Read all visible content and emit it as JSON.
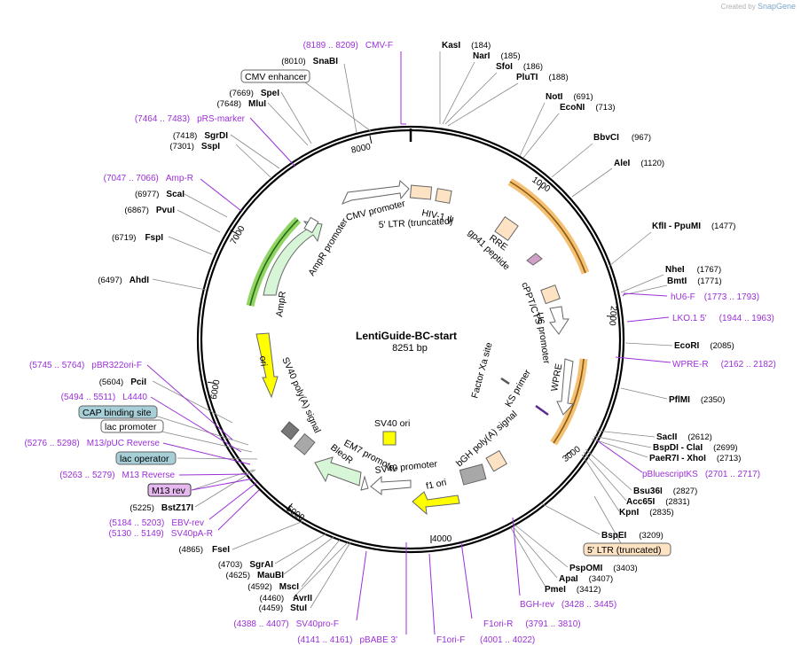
{
  "credit": {
    "prefix": "Created by",
    "brand": "SnapGene"
  },
  "plasmid": {
    "name": "LentiGuide-BC-start",
    "size": "8251 bp"
  },
  "ring_ticks": [
    "1000",
    "2000",
    "3000",
    "4000",
    "5000",
    "6000",
    "7000",
    "8000"
  ],
  "enzymes": [
    {
      "name": "KasI",
      "pos": "(184)"
    },
    {
      "name": "NarI",
      "pos": "(185)"
    },
    {
      "name": "SfoI",
      "pos": "(186)"
    },
    {
      "name": "PluTI",
      "pos": "(188)"
    },
    {
      "name": "NotI",
      "pos": "(691)"
    },
    {
      "name": "EcoNI",
      "pos": "(713)"
    },
    {
      "name": "BbvCI",
      "pos": "(967)"
    },
    {
      "name": "AleI",
      "pos": "(1120)"
    },
    {
      "name": "KflI  - PpuMI",
      "pos": "(1477)"
    },
    {
      "name": "NheI",
      "pos": "(1767)"
    },
    {
      "name": "BmtI",
      "pos": "(1771)"
    },
    {
      "name": "EcoRI",
      "pos": "(2085)"
    },
    {
      "name": "PflMI",
      "pos": "(2350)"
    },
    {
      "name": "SacII",
      "pos": "(2612)"
    },
    {
      "name": "BspDI  - ClaI",
      "pos": "(2699)"
    },
    {
      "name": "PaeR7I  - XhoI",
      "pos": "(2713)"
    },
    {
      "name": "Bsu36I",
      "pos": "(2827)"
    },
    {
      "name": "Acc65I",
      "pos": "(2831)"
    },
    {
      "name": "KpnI",
      "pos": "(2835)"
    },
    {
      "name": "BspEI",
      "pos": "(3209)"
    },
    {
      "name": "PspOMI",
      "pos": "(3403)"
    },
    {
      "name": "ApaI",
      "pos": "(3407)"
    },
    {
      "name": "PmeI",
      "pos": "(3412)"
    },
    {
      "name": "StuI",
      "pos": "(4459)"
    },
    {
      "name": "AvrII",
      "pos": "(4460)"
    },
    {
      "name": "MscI",
      "pos": "(4592)"
    },
    {
      "name": "MauBI",
      "pos": "(4625)"
    },
    {
      "name": "SgrAI",
      "pos": "(4703)"
    },
    {
      "name": "FseI",
      "pos": "(4865)"
    },
    {
      "name": "BstZ17I",
      "pos": "(5225)"
    },
    {
      "name": "PciI",
      "pos": "(5604)"
    },
    {
      "name": "AhdI",
      "pos": "(6497)"
    },
    {
      "name": "FspI",
      "pos": "(6719)"
    },
    {
      "name": "PvuI",
      "pos": "(6867)"
    },
    {
      "name": "ScaI",
      "pos": "(6977)"
    },
    {
      "name": "SspI",
      "pos": "(7301)"
    },
    {
      "name": "SgrDI",
      "pos": "(7418)"
    },
    {
      "name": "MluI",
      "pos": "(7648)"
    },
    {
      "name": "SpeI",
      "pos": "(7669)"
    },
    {
      "name": "SnaBI",
      "pos": "(8010)"
    }
  ],
  "primers": [
    {
      "name": "CMV-F",
      "range": "(8189 .. 8209)"
    },
    {
      "name": "pRS-marker",
      "range": "(7464 .. 7483)"
    },
    {
      "name": "Amp-R",
      "range": "(7047 .. 7066)"
    },
    {
      "name": "hU6-F",
      "range": "(1773 .. 1793)"
    },
    {
      "name": "LKO.1 5'",
      "range": "(1944 .. 1963)"
    },
    {
      "name": "WPRE-R",
      "range": "(2162 .. 2182)"
    },
    {
      "name": "pBluescriptKS",
      "range": "(2701 .. 2717)"
    },
    {
      "name": "BGH-rev",
      "range": "(3428 .. 3445)"
    },
    {
      "name": "F1ori-R",
      "range": "(3791 .. 3810)"
    },
    {
      "name": "F1ori-F",
      "range": "(4001 .. 4022)"
    },
    {
      "name": "pBABE 3'",
      "range": "(4141 .. 4161)"
    },
    {
      "name": "SV40pro-F",
      "range": "(4388 .. 4407)"
    },
    {
      "name": "SV40pA-R",
      "range": "(5130 .. 5149)"
    },
    {
      "name": "EBV-rev",
      "range": "(5184 .. 5203)"
    },
    {
      "name": "M13 Reverse",
      "range": "(5263 .. 5279)"
    },
    {
      "name": "M13/pUC Reverse",
      "range": "(5276 .. 5298)"
    },
    {
      "name": "L4440",
      "range": "(5494 .. 5511)"
    },
    {
      "name": "pBR322ori-F",
      "range": "(5745 .. 5764)"
    }
  ],
  "boxed_features": {
    "cmv_enhancer": "CMV enhancer",
    "ltr_truncated": "5' LTR (truncated)",
    "cap_site": "CAP binding site",
    "lac_promoter": "lac promoter",
    "lac_operator": "lac operator",
    "m13_rev": "M13 rev"
  },
  "inner_features": {
    "cmv_promoter": "CMV promoter",
    "ltr5": "5' LTR (truncated)",
    "hiv_psi": "HIV-1 ψ",
    "rre": "RRE",
    "gp41": "gp41 peptide",
    "cppt": "cPPT/CTS",
    "u6": "U6 promoter",
    "wpre": "WPRE",
    "factor_xa": "Factor Xa site",
    "ks_primer": "KS primer",
    "bgh": "bGH poly(A) signal",
    "f1ori": "f1 ori",
    "sv40_ori": "SV40 ori",
    "sv40_prom": "SV40 promoter",
    "em7": "EM7 promoter",
    "bleor": "BleoR",
    "sv40_polya": "SV40 poly(A) signal",
    "ori": "ori",
    "ampr": "AmpR",
    "ampr_prom": "AmpR promoter"
  },
  "colors": {
    "primer": "#9b30d9",
    "ltr_fill": "#fde2c4",
    "orange_arc": "#f2b55a",
    "green_arc": "#7ccd4a",
    "ori_yellow": "#ffff00",
    "gray_feature": "#a8a8a8",
    "mint": "#d7f5d7",
    "cap_fill": "#a6cfd8",
    "m13_fill": "#e6b8f0"
  }
}
